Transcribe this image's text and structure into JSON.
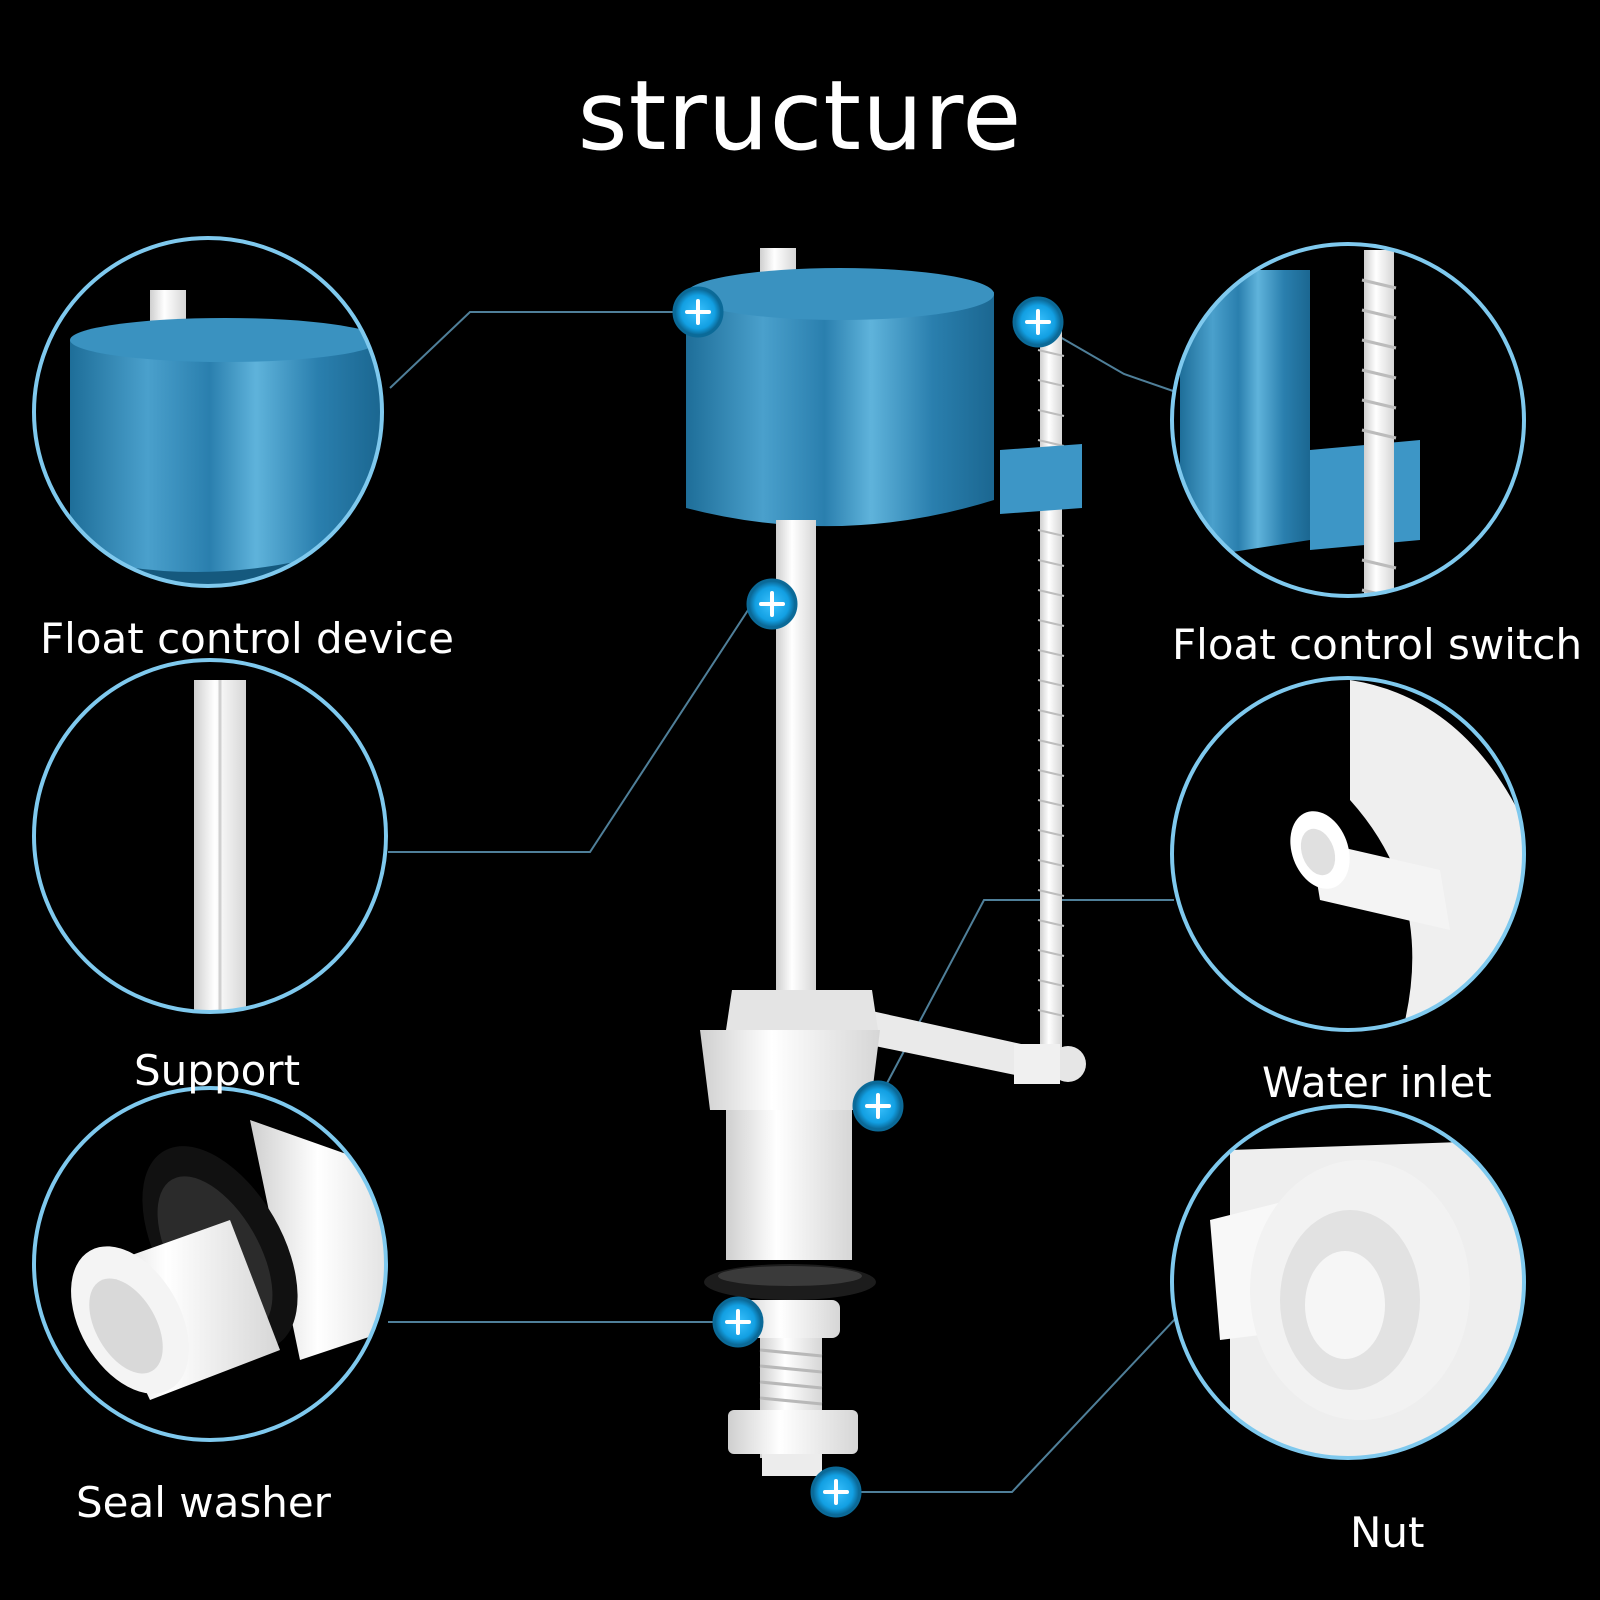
{
  "title": "structure",
  "callouts": [
    {
      "label": "Float control device"
    },
    {
      "label": "Support"
    },
    {
      "label": "Seal washer"
    },
    {
      "label": "Float control switch"
    },
    {
      "label": "Water inlet"
    },
    {
      "label": "Nut"
    }
  ],
  "colors": {
    "background": "#000000",
    "float_blue": "#2a7fae",
    "ring": "#7fc9ee",
    "marker": "#17a6e8",
    "plastic": "#f2f2f2",
    "washer": "#1c1c1c",
    "leader_line": "#4f7f99"
  }
}
